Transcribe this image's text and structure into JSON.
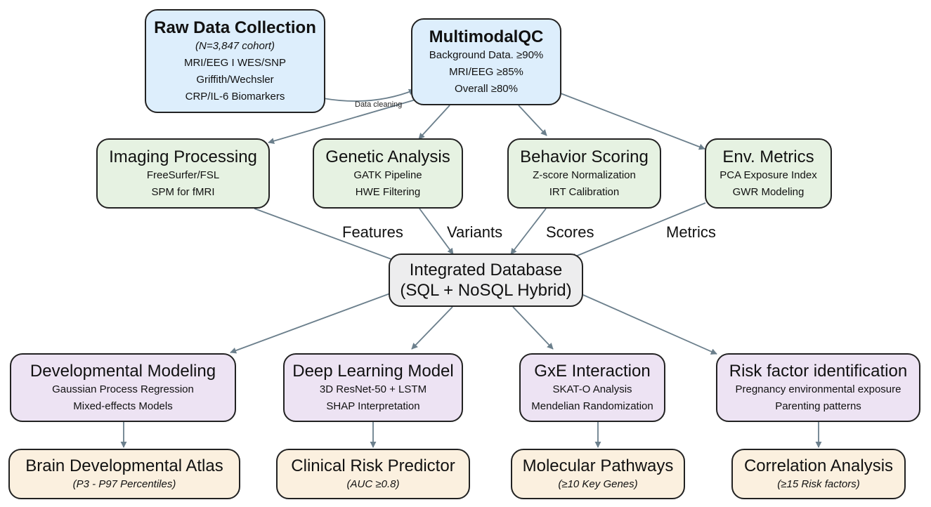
{
  "nodes": {
    "raw": {
      "title": "Raw Data Collection",
      "lines": [
        "(N=3,847 cohort)",
        "MRI/EEG I WES/SNP",
        "Griffith/Wechsler",
        "CRP/IL-6 Biomarkers"
      ]
    },
    "qc": {
      "title": "MultimodalQC",
      "lines": [
        "Background Data. ≥90%",
        "MRI/EEG ≥85%",
        "Overall ≥80%"
      ]
    },
    "imaging": {
      "title": "Imaging Processing",
      "lines": [
        "FreeSurfer/FSL",
        "SPM for fMRI"
      ]
    },
    "genetic": {
      "title": "Genetic Analysis",
      "lines": [
        "GATK Pipeline",
        "HWE Filtering"
      ]
    },
    "behavior": {
      "title": "Behavior Scoring",
      "lines": [
        "Z-score Normalization",
        "IRT Calibration"
      ]
    },
    "env": {
      "title": "Env. Metrics",
      "lines": [
        "PCA Exposure Index",
        "GWR Modeling"
      ]
    },
    "db": {
      "title": "Integrated Database",
      "subtitle": "(SQL + NoSQL Hybrid)"
    },
    "devmodel": {
      "title": "Developmental Modeling",
      "lines": [
        "Gaussian Process Regression",
        "Mixed-effects Models"
      ]
    },
    "deep": {
      "title": "Deep Learning Model",
      "lines": [
        "3D ResNet-50 + LSTM",
        "SHAP Interpretation"
      ]
    },
    "gxe": {
      "title": "GxE Interaction",
      "lines": [
        "SKAT-O Analysis",
        "Mendelian Randomization"
      ]
    },
    "risk": {
      "title": "Risk factor identification",
      "lines": [
        "Pregnancy environmental exposure",
        "Parenting patterns"
      ]
    },
    "atlas": {
      "title": "Brain Developmental Atlas",
      "lines": [
        "(P3 - P97 Percentiles)"
      ]
    },
    "clinical": {
      "title": "Clinical Risk Predictor",
      "lines": [
        "(AUC ≥0.8)"
      ]
    },
    "molecular": {
      "title": "Molecular Pathways",
      "lines": [
        "(≥10 Key Genes)"
      ]
    },
    "correlation": {
      "title": "Correlation Analysis",
      "lines": [
        "(≥15 Risk factors)"
      ]
    }
  },
  "edge_labels": {
    "data_cleaning": "Data cleaning",
    "features": "Features",
    "variants": "Variants",
    "scores": "Scores",
    "metrics": "Metrics"
  },
  "colors": {
    "input": "#ddeefc",
    "processing": "#e6f2e2",
    "database": "#ededee",
    "analysis": "#ede3f3",
    "output": "#fbf0df",
    "edge": "#6b7f8c",
    "border": "#222222"
  }
}
